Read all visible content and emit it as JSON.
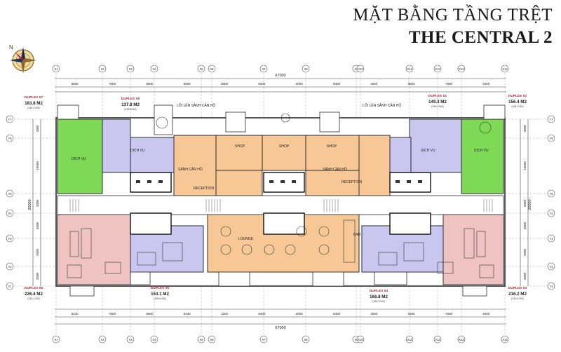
{
  "title": {
    "line1": "MẶT BẰNG TẦNG TRỆT",
    "line2": "THE CENTRAL 2"
  },
  "compass": {
    "label": "N",
    "icon": "compass-rose-icon"
  },
  "grid_x": [
    "X1",
    "X2",
    "X3",
    "X4",
    "X5",
    "X6",
    "X7",
    "X8",
    "X9",
    "X10",
    "X11",
    "X12",
    "X13",
    "X14"
  ],
  "grid_y": [
    "Y1",
    "Y2",
    "Y3",
    "Y4",
    "Y5",
    "Y6",
    "Y7"
  ],
  "dimensions": {
    "overall_top": "67000",
    "overall_bottom": "67000",
    "top_spans": [
      "6600",
      "7800",
      "8000",
      "5600",
      "3000",
      "8400",
      "3000",
      "8400",
      "3000",
      "5600",
      "7800",
      "6400"
    ],
    "bottom_spans": [
      "6100",
      "7800",
      "8600",
      "5400",
      "1100",
      "8400",
      "3000",
      "8400",
      "3000",
      "5400",
      "7600",
      "6400"
    ],
    "left_side": "20000",
    "right_side": "20000",
    "left_rows": [
      "4000",
      "10000",
      "3000",
      "4000",
      "2000",
      "3000"
    ],
    "right_rows": [
      "4000",
      "10000",
      "3000",
      "4000",
      "2000",
      "3000"
    ]
  },
  "units": {
    "top": [
      {
        "name": "DUPLEX 07",
        "area": "183.8 M2",
        "sub": "(181.0 M2)"
      },
      {
        "name": "DUPLEX 08",
        "area": "137.8 M2",
        "sub": "(135.8 M2)"
      },
      {
        "name": "DUPLEX 01",
        "area": "149.3 M2",
        "sub": "(146.5 M2)"
      },
      {
        "name": "DUPLEX 02",
        "area": "156.4 M2",
        "sub": "(154.2 M2)"
      }
    ],
    "bottom": [
      {
        "name": "DUPLEX 06",
        "area": "226.4 M2",
        "sub": "(224.4 M2)"
      },
      {
        "name": "DUPLEX 05",
        "area": "153.1 M2",
        "sub": "(150.8 M2)"
      },
      {
        "name": "DUPLEX 04",
        "area": "166.8 M2",
        "sub": "(164.5 M2)"
      },
      {
        "name": "DUPLEX 03",
        "area": "216.2 M2",
        "sub": "(213.4 M2)"
      }
    ]
  },
  "rooms": {
    "dich_vu": "DỊCH VỤ",
    "shop": "SHOP",
    "sanh": "SẢNH CĂN HỘ",
    "reception": "RECEPTION",
    "lounge": "LOUNGE",
    "bar": "BAR",
    "entry": "LỐI LÊN SẢNH CĂN HỘ"
  },
  "colors": {
    "green": "#7ed957",
    "lavender": "#c9c6f0",
    "orange": "#f7c896",
    "pink": "#f0c3c3",
    "line": "#2b2b2b",
    "grid": "#8a8a8a",
    "unit_label": "#c0202a"
  }
}
